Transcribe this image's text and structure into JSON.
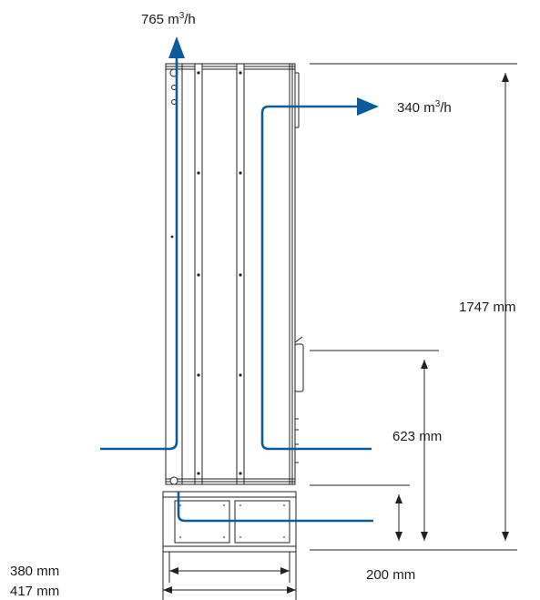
{
  "colors": {
    "airflow": "#0a5c9c",
    "line": "#222222",
    "cabinet_fill": "#ffffff",
    "hatch": "#444444"
  },
  "airflow": {
    "exhaust_top": {
      "value": "765",
      "unit": "m",
      "sup": "3",
      "suffix": "/h"
    },
    "exhaust_side": {
      "value": "340",
      "unit": "m",
      "sup": "3",
      "suffix": "/h"
    }
  },
  "dimensions": {
    "total_height": "1747 mm",
    "side_opening_height": "623 mm",
    "plinth_height": "200 mm",
    "width_inner": "380 mm",
    "width_outer": "417 mm"
  },
  "icons": {
    "airflow_arrow": "arrow-head-icon",
    "dimension_arrow": "double-arrow-icon"
  }
}
